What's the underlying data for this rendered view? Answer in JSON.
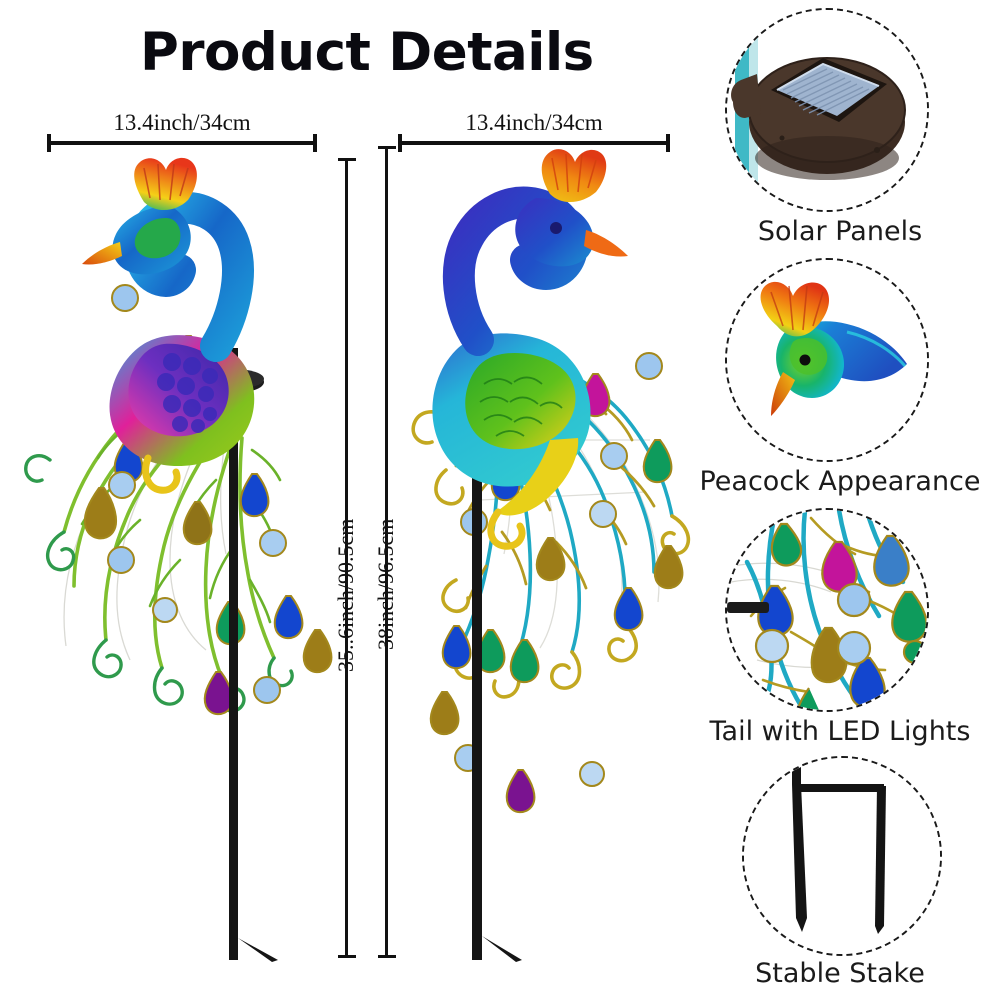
{
  "title": "Product Details",
  "dimensions": {
    "left_width": "13.4inch/34cm",
    "right_width": "13.4inch/34cm",
    "left_height": "35..6inch/90.5cm",
    "right_height": "38inch/96.5cm"
  },
  "figures": [
    {
      "name": "peacock-stake-left",
      "alt": "Rainbow peacock garden stake facing left with green wire tail and jewels"
    },
    {
      "name": "peacock-stake-right",
      "alt": "Blue green peacock garden stake facing right with teal wire tail and jewels"
    }
  ],
  "callouts": [
    {
      "id": "solar-panels",
      "label": "Solar Panels"
    },
    {
      "id": "peacock-appearance",
      "label": "Peacock Appearance"
    },
    {
      "id": "tail-led-lights",
      "label": "Tail with LED Lights"
    },
    {
      "id": "stable-stake",
      "label": "Stable Stake"
    }
  ],
  "colors": {
    "background": "#ffffff",
    "ink": "#111111",
    "title": "#0a0a10",
    "stake": "#151515",
    "solar_housing": "#3a2a22",
    "solar_cell": "#9fb4cf",
    "crest_red": "#e8361a",
    "crest_yellow": "#f5d017",
    "neck_blue": "#1667c8",
    "neck_deep_blue": "#2b2ea8",
    "body_cyan": "#22b7d8",
    "wing_green": "#2fa32a",
    "wing_magenta": "#e0209a",
    "wing_purple": "#4a2bbd",
    "belly_green": "#8cc21a",
    "beak_orange": "#ef6a15",
    "wire_green": "#7fbf2e",
    "wire_teal": "#1fa9c4",
    "wire_gold": "#b59b22",
    "jewel_blue": "#1346cf",
    "jewel_lightblue": "#9dc6ee",
    "jewel_green": "#0e9b5c",
    "jewel_magenta": "#c3149b",
    "jewel_purple": "#7a1390",
    "jewel_gold": "#9d7d18"
  }
}
